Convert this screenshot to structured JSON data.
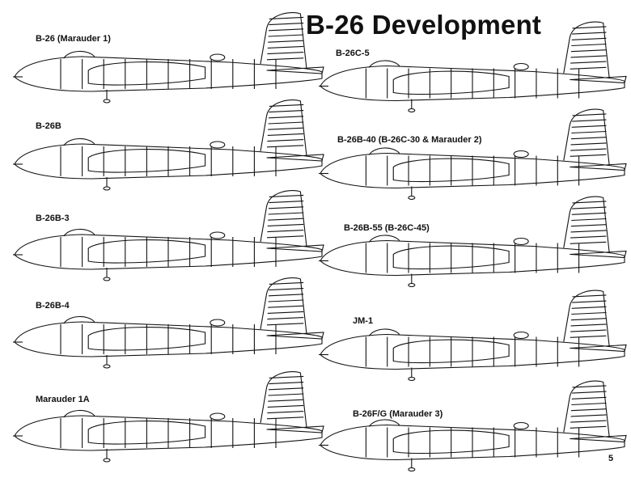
{
  "title": "B-26 Development",
  "page_number": "5",
  "variants": [
    {
      "label": "B-26 (Marauder 1)"
    },
    {
      "label": "B-26C-5"
    },
    {
      "label": "B-26B"
    },
    {
      "label": "B-26B-40 (B-26C-30 & Marauder 2)"
    },
    {
      "label": "B-26B-3"
    },
    {
      "label": "B-26B-55 (B-26C-45)"
    },
    {
      "label": "B-26B-4"
    },
    {
      "label": "JM-1"
    },
    {
      "label": "Marauder 1A"
    },
    {
      "label": "B-26F/G (Marauder 3)"
    }
  ],
  "colors": {
    "ink": "#111111",
    "paper": "#ffffff"
  }
}
